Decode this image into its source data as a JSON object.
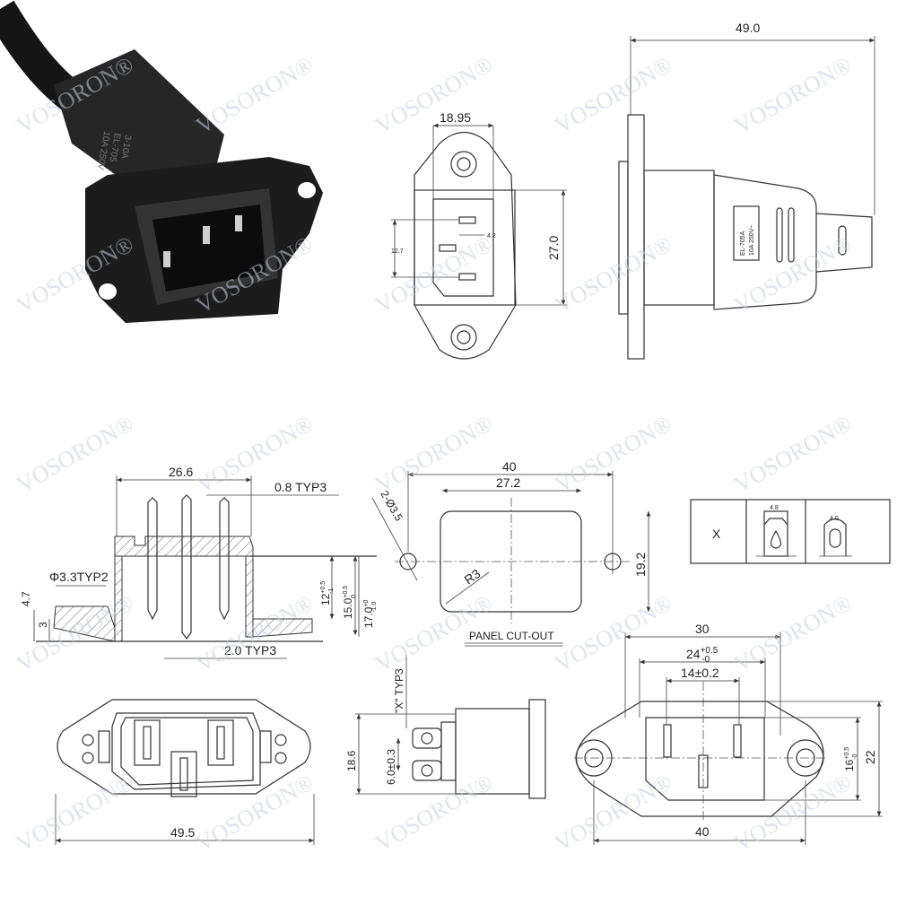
{
  "watermark": {
    "text": "VOSORON®",
    "color": "#c9cfe0"
  },
  "photo": {
    "body_label_lines": [
      "3-10A",
      "EL-705",
      "10A 250V"
    ],
    "body_color": "#1e1e1e"
  },
  "front_view_top": {
    "width_dim": "18.95",
    "height_dim": "27.0",
    "pin_pitch_dim": "12.7",
    "pin_width_dim": "4.2"
  },
  "side_view_top": {
    "length_dim": "49.0",
    "label_line1": "EL-705A",
    "label_line2": "10A 250V~"
  },
  "section_view": {
    "width_dim": "26.6",
    "pin_thickness": "0.8 TYP3",
    "hole_dia": "Φ3.3TYP2",
    "flange_height": "4.7",
    "flange_thickness": "3",
    "dim_12": "12",
    "dim_12_tol_upper": "+0.5",
    "dim_12_tol_lower": "-1",
    "dim_15": "15.0",
    "dim_15_tol_upper": "+0.5",
    "dim_15_tol_lower": "0",
    "dim_17": "17.0",
    "dim_17_tol_upper": "+0",
    "dim_17_tol_lower": "-1.0",
    "pin_width": "2.0 TYP3"
  },
  "panel_cutout": {
    "title": "PANEL CUT-OUT",
    "hole_spacing": "40",
    "cutout_width": "27.2",
    "cutout_height": "19.2",
    "hole_dia": "2-Ø3.5",
    "corner_radius": "R3"
  },
  "pin_table": {
    "col1": "X",
    "col2_dim": "4.8",
    "col3_dim": "4.0"
  },
  "pin_side_view": {
    "label": "\"X\" TYP3",
    "height_dim": "18.6",
    "pin_spacing": "6.0±0.3"
  },
  "bottom_front_view": {
    "width_dim": "49.5"
  },
  "bottom_right_view": {
    "overall_width": "30",
    "inner_width": "24",
    "inner_width_tol_upper": "+0.5",
    "inner_width_tol_lower": "-0",
    "pin_spacing": "14±0.2",
    "hole_spacing": "40",
    "inner_height": "16",
    "inner_height_tol_upper": "+0.5",
    "inner_height_tol_lower": "-0",
    "overall_height": "22"
  }
}
